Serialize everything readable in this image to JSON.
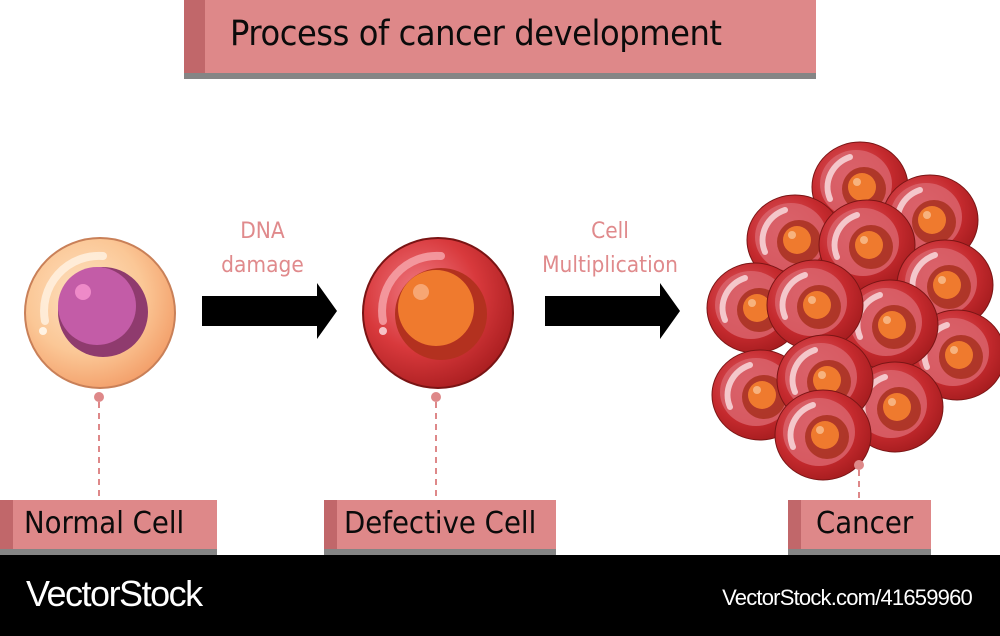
{
  "title": "Process of cancer development",
  "steps": [
    {
      "label_line1": "DNA",
      "label_line2": "damage"
    },
    {
      "label_line1": "Cell",
      "label_line2": "Multiplication"
    }
  ],
  "stages": [
    {
      "name": "Normal Cell",
      "icon": "normal-cell-icon"
    },
    {
      "name": "Defective Cell",
      "icon": "defective-cell-icon"
    },
    {
      "name": "Cancer",
      "icon": "cancer-cluster-icon"
    }
  ],
  "colors": {
    "label_fill": "#de8889",
    "label_accent": "#c1676a",
    "label_shadow": "#858585",
    "step_text": "#e08a8c",
    "normal_cell": "#f7b07e",
    "normal_nucleus": "#c25ba6",
    "defective_cell": "#d8393c",
    "defective_nucleus": "#ef7a2e"
  },
  "footer": {
    "brand": "VectorStock",
    "reference": "VectorStock.com/41659960"
  }
}
